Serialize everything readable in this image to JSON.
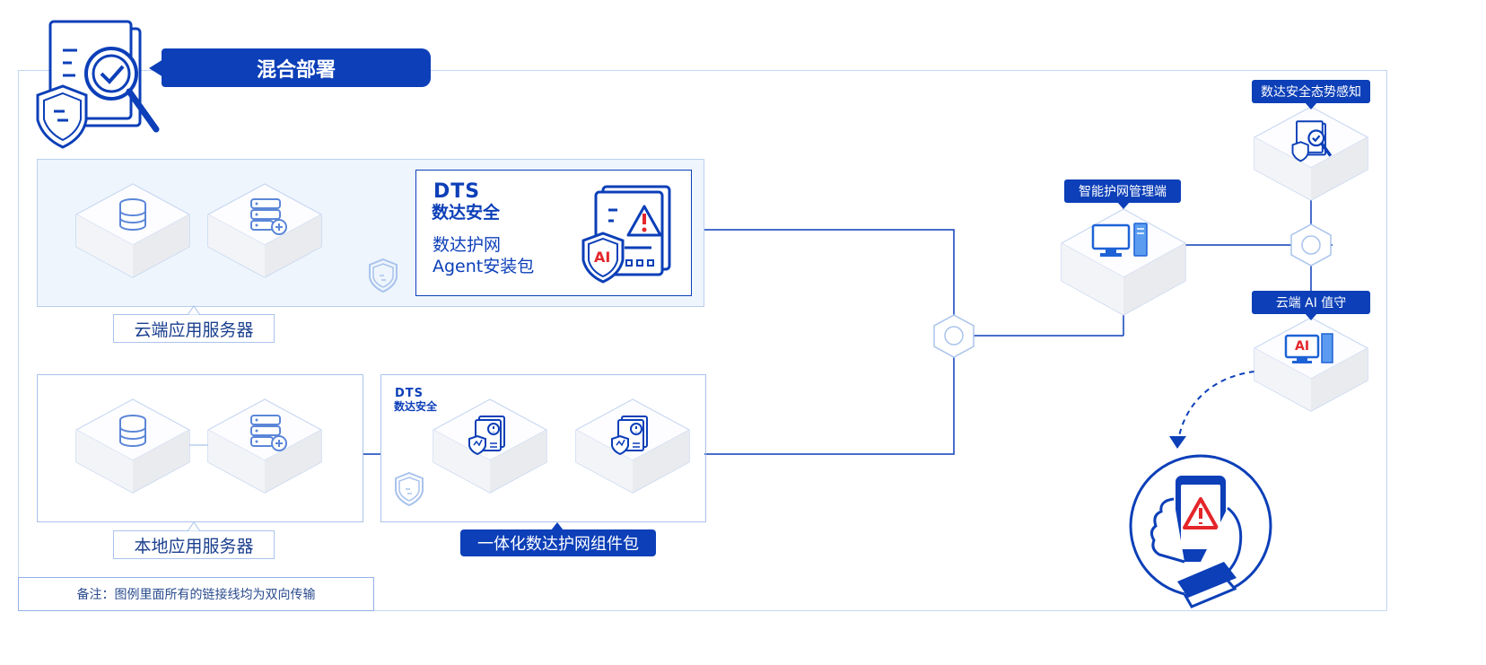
{
  "header": {
    "title": "混合部署",
    "icon": "document-search-shield-icon"
  },
  "cloud_group": {
    "label": "云端应用服务器",
    "agent_box": {
      "logo": "DTS",
      "brand": "数达安全",
      "line1": "数达护网",
      "line2": "Agent安装包",
      "ai_badge": "AI"
    }
  },
  "local_group": {
    "label": "本地应用服务器",
    "package_logo": "DTS",
    "package_brand": "数达安全",
    "package_label": "一体化数达护网组件包"
  },
  "right": {
    "management_label": "智能护网管理端",
    "situation_label": "数达安全态势感知",
    "ai_guard_label": "云端 AI 值守",
    "ai_badge": "AI"
  },
  "note": "备注：图例里面所有的链接线均为双向传输",
  "colors": {
    "primary": "#0c3fb8",
    "frame": "#c3d6f2",
    "panel_bg": "#eef5fd",
    "alert": "#e4262b"
  }
}
